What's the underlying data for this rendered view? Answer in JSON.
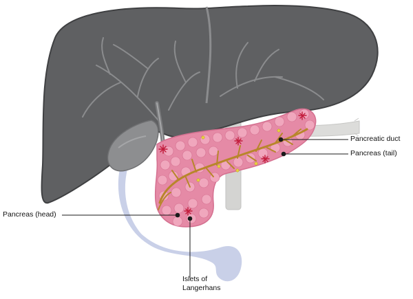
{
  "labels": {
    "pancreatic_duct": "Pancreatic duct",
    "pancreas_tail": "Pancreas (tail)",
    "pancreas_head": "Pancreas (head)",
    "islets": "Islets of\nLangerhans"
  },
  "colors": {
    "liver": "#5f6062",
    "liver_dark": "#3f4042",
    "liver_veins": "#8b8c8e",
    "gallbladder": "#8d8e90",
    "duodenum": "#c9d0e8",
    "pancreas": "#e58aa6",
    "pancreas_lobule": "#f0a7bd",
    "duct": "#b8862a",
    "islet_red": "#c21c3c",
    "islet_yellow": "#e8d040",
    "vessel": "#d8d8d6",
    "leader": "#1a1a1a"
  }
}
